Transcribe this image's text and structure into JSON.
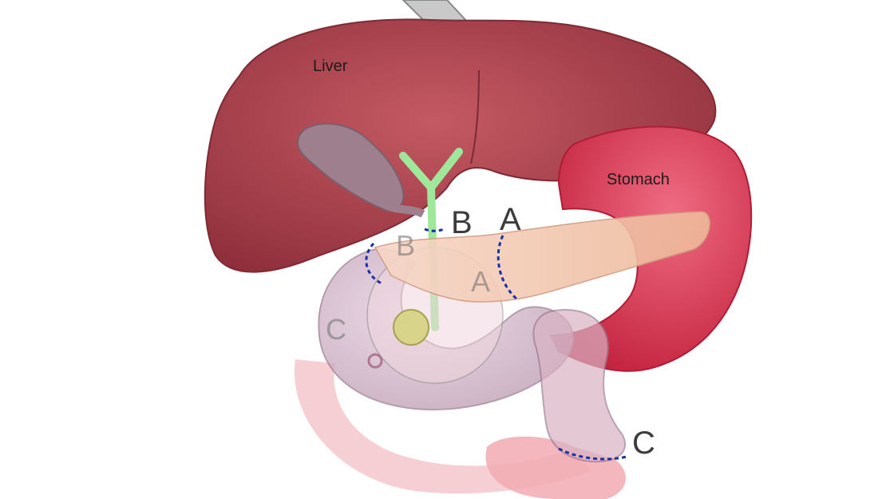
{
  "labels": {
    "liver": "Liver",
    "stomach": "Stomach",
    "cut_b_front": "B",
    "cut_a_front": "A",
    "cut_b_back": "B",
    "cut_a_back": "A",
    "cut_c_back": "C",
    "cut_c_front": "C"
  },
  "colors": {
    "liver": "#b2434f",
    "stomach": "#d63a58",
    "pancreas": "#f2c4a6",
    "bile_duct": "#9fe79b",
    "gallbladder": "#9d7f8d",
    "duodenum": "#d9b3c4",
    "intestine": "#f2b9c0",
    "cut_line": "#1a2fa8",
    "instrument": "#c9c9c9"
  }
}
